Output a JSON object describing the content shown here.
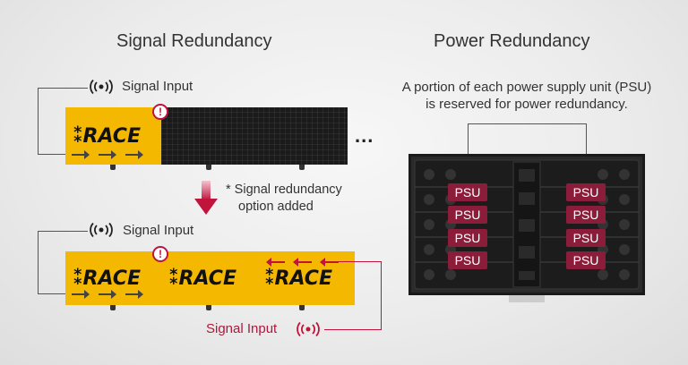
{
  "signal_redundancy": {
    "title": "Signal Redundancy",
    "top_signal_label": "Signal Input",
    "bottom_signal_label": "Signal Input",
    "red_signal_label": "Signal Input",
    "logo_text": "RACE",
    "note_line1": "* Signal redundancy",
    "note_line2": "option added",
    "ellipsis": "...",
    "alert_symbol": "!"
  },
  "power_redundancy": {
    "title": "Power Redundancy",
    "desc_line1": "A portion of each power supply unit (PSU)",
    "desc_line2": "is reserved for power redundancy.",
    "psu_left": [
      "PSU",
      "PSU",
      "PSU",
      "PSU"
    ],
    "psu_right": [
      "PSU",
      "PSU",
      "PSU",
      "PSU"
    ]
  },
  "colors": {
    "accent_red": "#c0143c",
    "psu_box": "#8c1d3a",
    "screen_yellow": "#f5b800",
    "screen_black": "#1b1b1b"
  }
}
